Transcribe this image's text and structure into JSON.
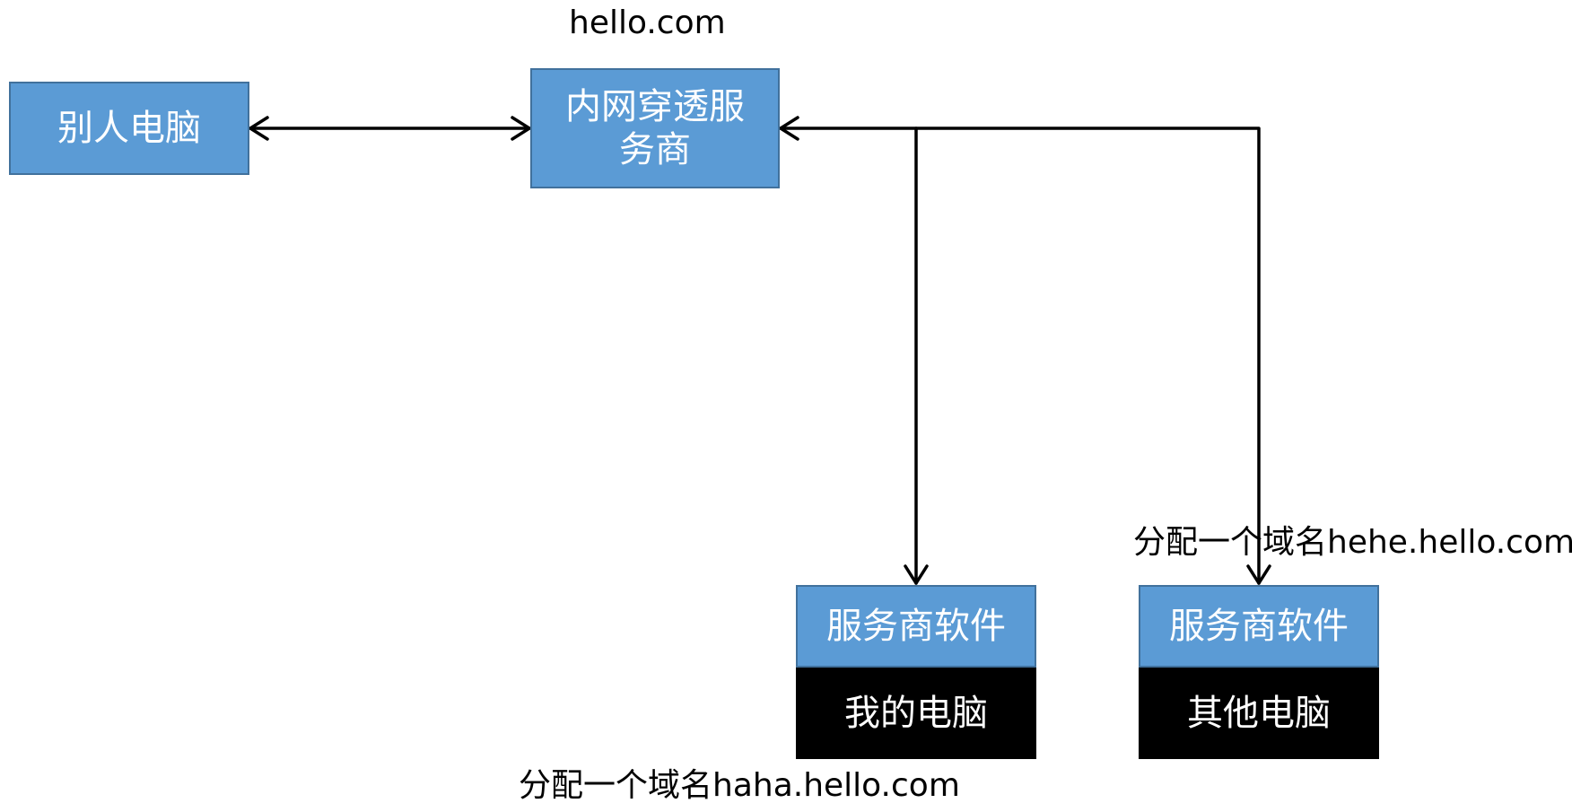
{
  "nodes": {
    "others_pc": "别人电脑",
    "tunnel_provider": "内网穿透服务商",
    "provider_software_1": "服务商软件",
    "my_pc": "我的电脑",
    "provider_software_2": "服务商软件",
    "other_pc": "其他电脑"
  },
  "labels": {
    "provider_domain": "hello.com",
    "other_domain": "分配一个域名hehe.hello.com",
    "my_domain": "分配一个域名haha.hello.com"
  },
  "colors": {
    "node_fill": "#5b9bd5",
    "node_border": "#41719c",
    "dark_node_fill": "#000000",
    "arrow": "#000000"
  }
}
